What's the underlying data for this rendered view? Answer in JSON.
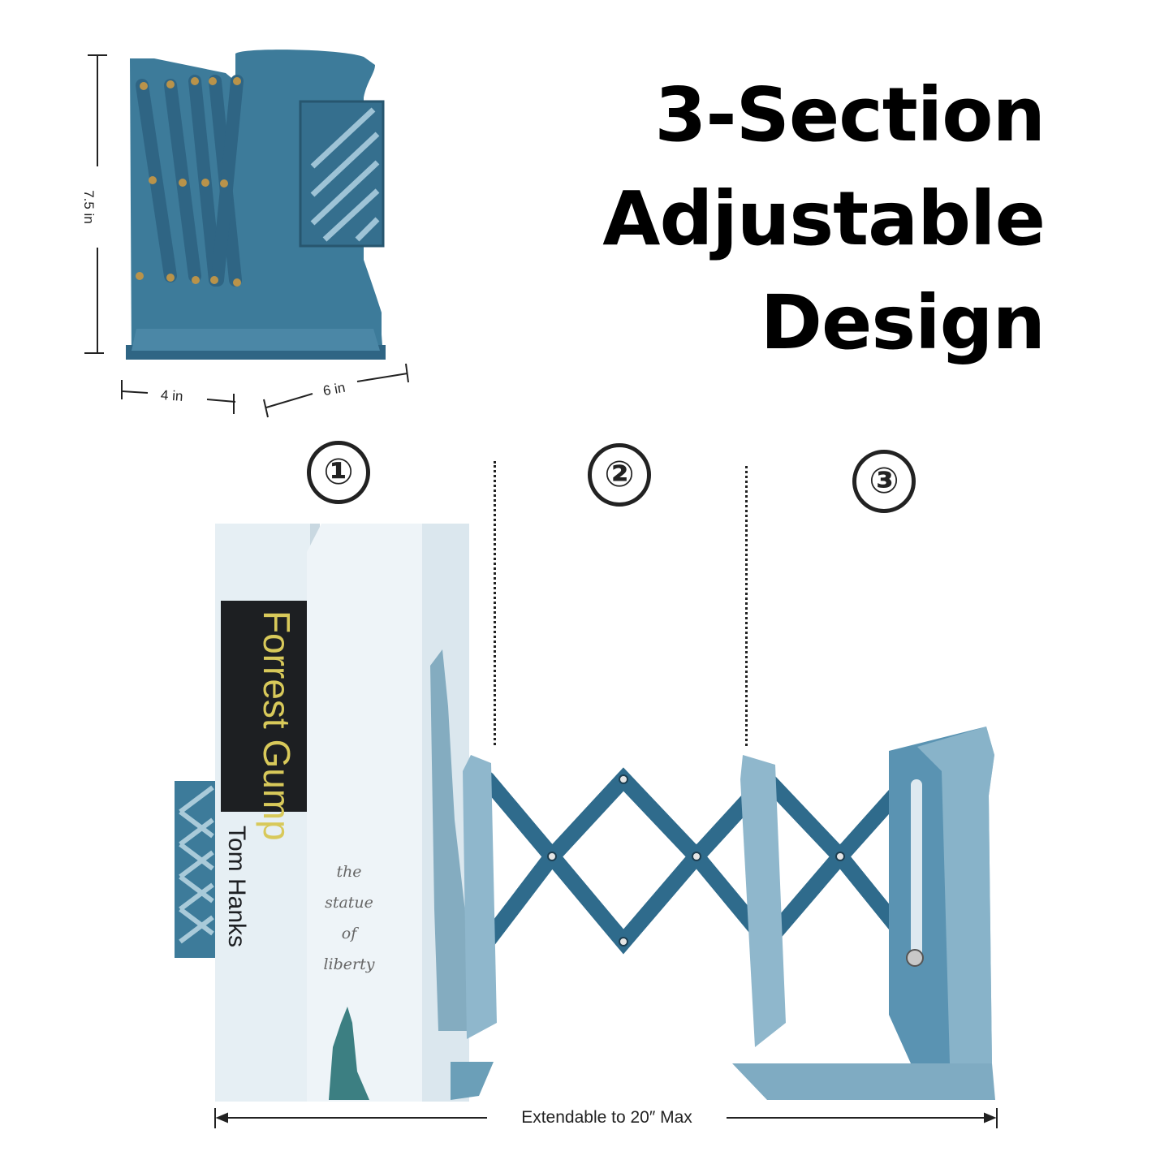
{
  "headline": {
    "line1": "3-Section",
    "line2": "Adjustable",
    "line3": "Design"
  },
  "dimensions": {
    "height": "7.5 in",
    "depth": "4 in",
    "width": "6 in"
  },
  "sections": [
    "①",
    "②",
    "③"
  ],
  "extend_label": "Extendable to 20″ Max",
  "book1": {
    "title": "Forrest Gump",
    "author": "Tom Hanks"
  },
  "book2": {
    "line1": "the",
    "line2": "statue",
    "line3": "of",
    "line4": "liberty"
  },
  "colors": {
    "product_blue": "#3d7b9a",
    "product_light": "#8fb7cc",
    "book_cover": "#e9f1f6",
    "book_band": "#1d1f22",
    "book_title": "#d8c95a",
    "text": "#000000"
  }
}
